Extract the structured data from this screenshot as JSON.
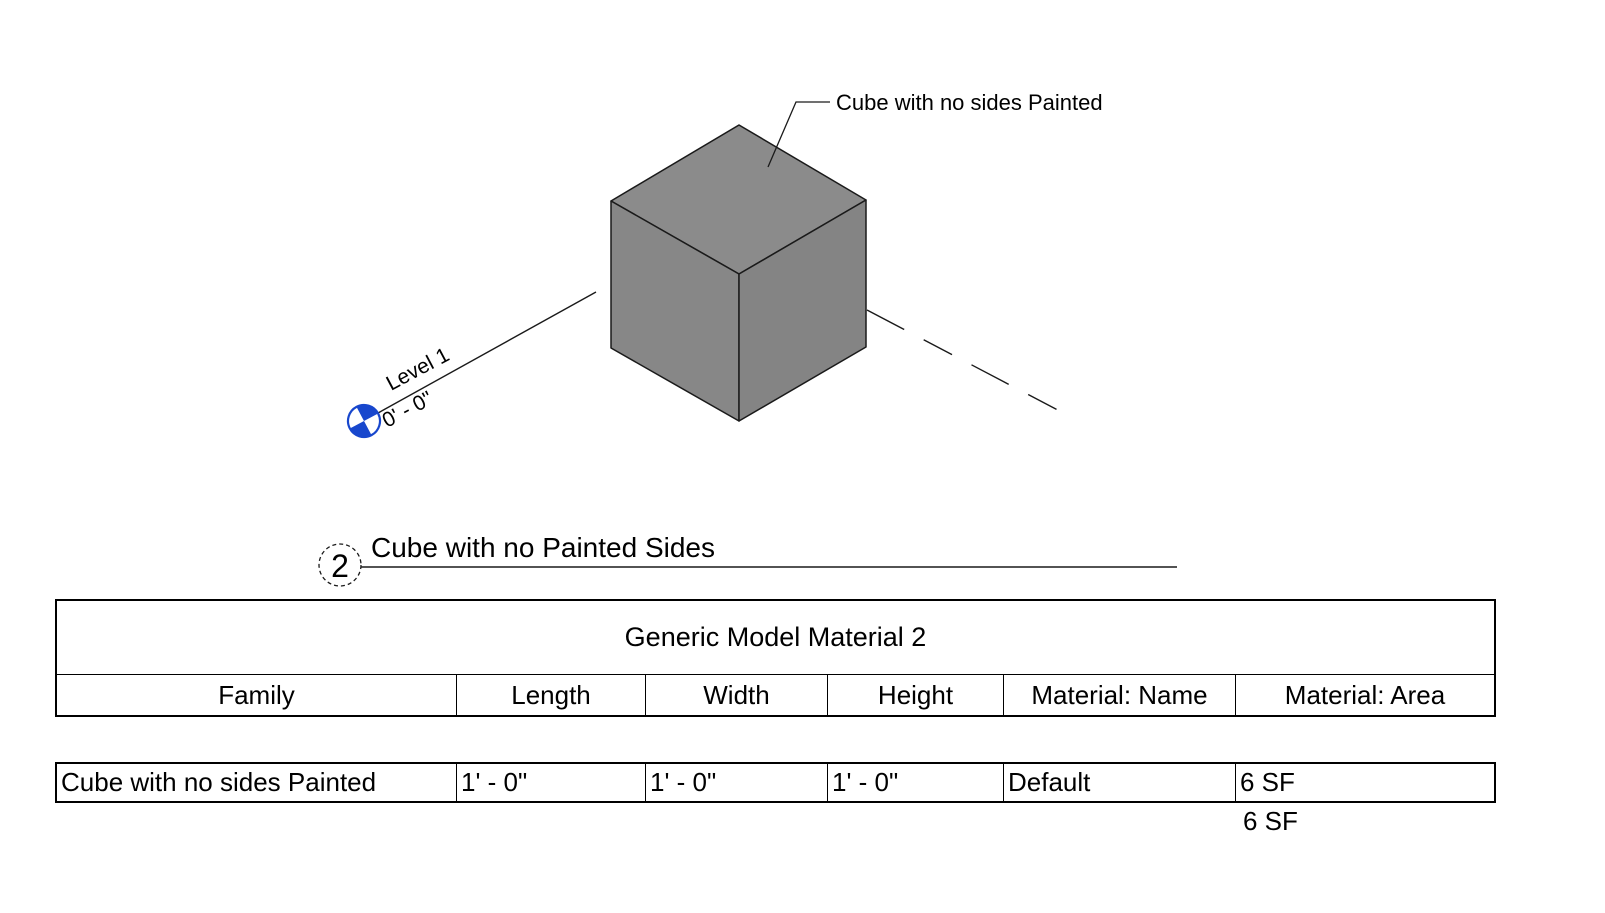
{
  "drawing": {
    "cube_label": "Cube with no sides Painted",
    "level": {
      "name": "Level 1",
      "elevation": "0' - 0\""
    }
  },
  "view_title": {
    "number": "2",
    "name": "Cube with no Painted Sides"
  },
  "schedule": {
    "title": "Generic Model Material 2",
    "columns": [
      "Family",
      "Length",
      "Width",
      "Height",
      "Material: Name",
      "Material: Area"
    ],
    "rows": [
      {
        "family": "Cube with no sides Painted",
        "length": "1' - 0\"",
        "width": "1' - 0\"",
        "height": "1' - 0\"",
        "material_name": "Default",
        "material_area": "6 SF"
      }
    ],
    "grand_total": "6 SF"
  },
  "colors": {
    "cube_top": "#8b8b8b",
    "cube_left": "#878787",
    "cube_right": "#848484",
    "edge": "#1a1a1a",
    "level_marker_blue": "#1847cd",
    "text": "#000000"
  }
}
